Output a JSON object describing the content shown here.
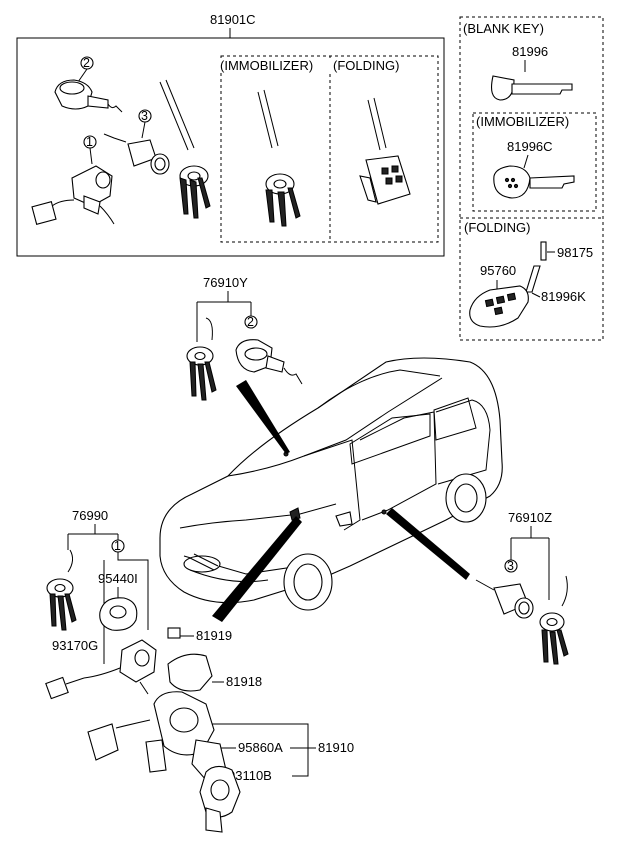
{
  "kit": {
    "part_no": "81901C",
    "immobilizer_label": "(IMMOBILIZER)",
    "folding_label": "(FOLDING)"
  },
  "blank_key": {
    "title": "(BLANK KEY)",
    "part_no": "81996",
    "immobilizer_label": "(IMMOBILIZER)",
    "immobilizer_part_no": "81996C",
    "folding_label": "(FOLDING)",
    "folding_parts": [
      "98175",
      "95760",
      "81996K"
    ]
  },
  "door_lock_left": {
    "part_no": "76910Y"
  },
  "door_lock_right": {
    "part_no": "76910Z"
  },
  "ignition": {
    "part_no": "76990",
    "parts": [
      "95440I",
      "93170G",
      "81919",
      "81918",
      "95860A",
      "81910",
      "93110B"
    ]
  },
  "callouts": [
    "1",
    "2",
    "3"
  ]
}
